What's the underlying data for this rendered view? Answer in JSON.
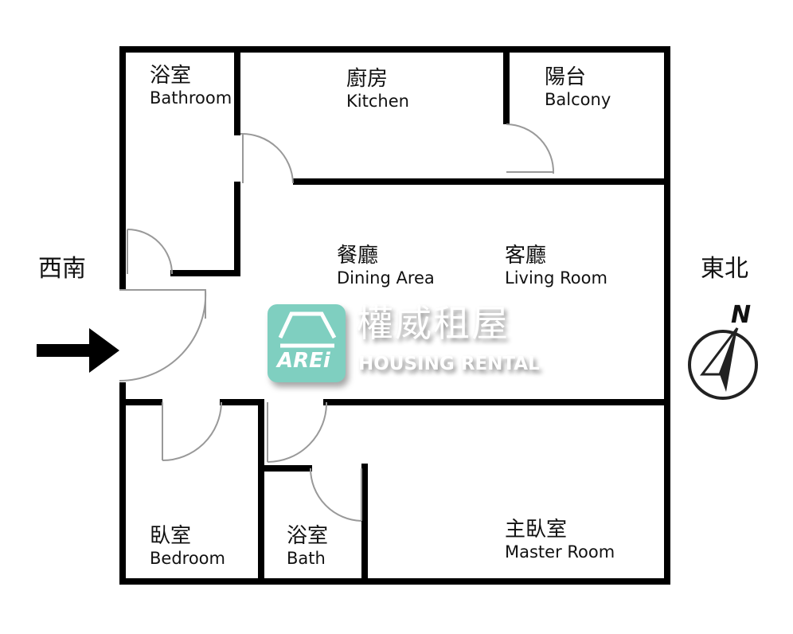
{
  "rooms": {
    "bathroom": {
      "zh": "浴室",
      "en": "Bathroom"
    },
    "kitchen": {
      "zh": "廚房",
      "en": "Kitchen"
    },
    "balcony": {
      "zh": "陽台",
      "en": "Balcony"
    },
    "dining": {
      "zh": "餐廳",
      "en": "Dining Area"
    },
    "living": {
      "zh": "客廳",
      "en": "Living Room"
    },
    "bedroom": {
      "zh": "臥室",
      "en": "Bedroom"
    },
    "bath": {
      "zh": "浴室",
      "en": "Bath"
    },
    "master": {
      "zh": "主臥室",
      "en": "Master Room"
    }
  },
  "directions": {
    "west": "西南",
    "east": "東北",
    "north": "N"
  },
  "watermark": {
    "logo": "AREi",
    "name_zh": "權威租屋",
    "name_en": "HOUSING RENTAL",
    "color": "#7fcfc0"
  }
}
